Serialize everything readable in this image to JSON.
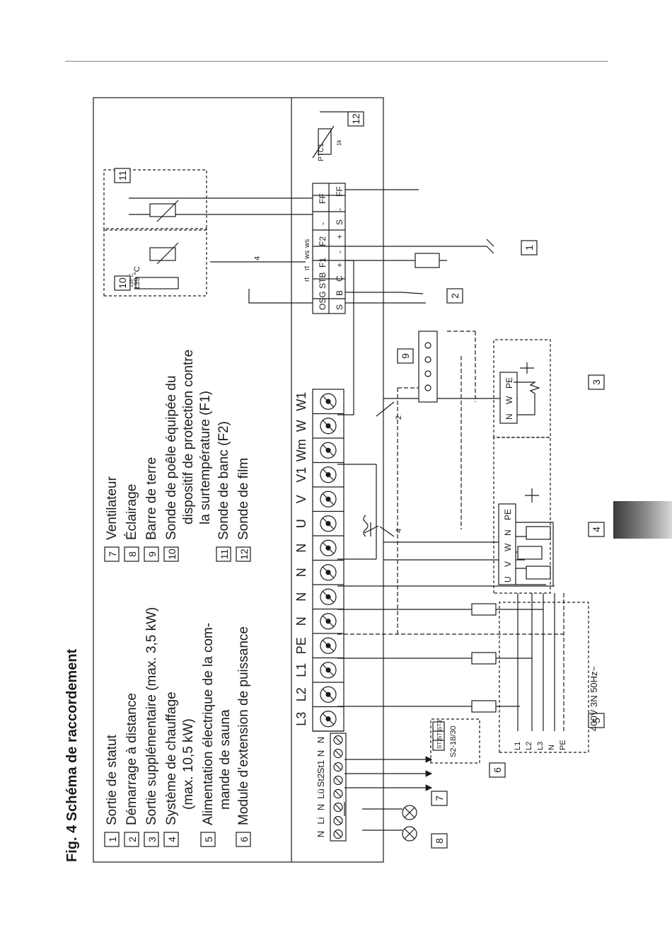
{
  "figure": {
    "number": "Fig. 4",
    "title": "Schéma de raccordement"
  },
  "legend": [
    {
      "num": "1",
      "text": [
        "Sortie de statut"
      ]
    },
    {
      "num": "2",
      "text": [
        "Démarrage à distance"
      ]
    },
    {
      "num": "3",
      "text": [
        "Sortie supplémentaire (max. 3,5 kW)"
      ]
    },
    {
      "num": "4",
      "text": [
        "Système de chauffage",
        "(max. 10,5 kW)"
      ]
    },
    {
      "num": "5",
      "text": [
        "Alimentation électrique de la com-",
        "mande de sauna"
      ]
    },
    {
      "num": "6",
      "text": [
        "Module d’extension de puissance"
      ]
    },
    {
      "num": "7",
      "text": [
        "Ventilateur"
      ]
    },
    {
      "num": "8",
      "text": [
        "Éclairage"
      ]
    },
    {
      "num": "9",
      "text": [
        "Barre de terre"
      ]
    },
    {
      "num": "10",
      "text": [
        "Sonde de poêle équipée du",
        "dispositif de protection contre",
        "la surtempérature (F1)"
      ]
    },
    {
      "num": "11",
      "text": [
        "Sonde de banc (F2)"
      ]
    },
    {
      "num": "12",
      "text": [
        "Sonde de film"
      ]
    }
  ],
  "terminals": [
    "L3",
    "L2",
    "L1",
    "PE",
    "N",
    "N",
    "N",
    "N",
    "U",
    "V",
    "V1",
    "Wm",
    "W",
    "W1"
  ],
  "small_terminals": [
    "N",
    "Li",
    "N",
    "Lü",
    "St2",
    "St1",
    "N",
    "N"
  ],
  "sensor_top": [
    "OSG",
    "STB",
    "F1",
    "F2",
    "-",
    "FF"
  ],
  "sensor_bottom": [
    "S",
    "B",
    "C",
    "+",
    "-",
    "+",
    "S",
    "-",
    "FF"
  ],
  "wire_colors": [
    "rt",
    "rt",
    "ws",
    "ws"
  ],
  "supply": {
    "lines": [
      "L1",
      "L2",
      "L3",
      "N",
      "PE"
    ],
    "voltage": "400V 3N 50Hz~"
  },
  "heater_terminals": [
    "U",
    "V",
    "W",
    "N",
    "PE"
  ],
  "extra_terminals": [
    "N",
    "W",
    "PE"
  ],
  "module": {
    "label": "S2-18/30",
    "terminals": [
      "ST2",
      "ST1",
      "ST3"
    ]
  },
  "ptc": {
    "label": "PTC1",
    "value": "1k"
  },
  "stb_temp": "139 °C",
  "stb_small": "139°C",
  "wire_counts": {
    "bundle_a": "4",
    "bundle_b": "2",
    "bundle_c": "4",
    "small": "2"
  },
  "callouts": [
    "1",
    "2",
    "3",
    "4",
    "5",
    "6",
    "7",
    "8",
    "9",
    "10",
    "11",
    "12"
  ]
}
